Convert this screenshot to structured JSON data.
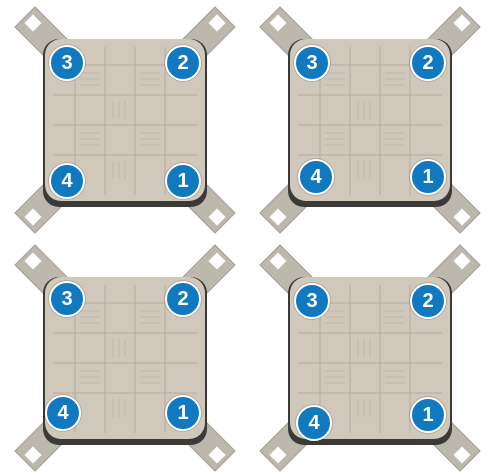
{
  "panels": [
    {
      "labels": {
        "tl": "3",
        "tr": "2",
        "bl": "4",
        "br": "1"
      }
    },
    {
      "labels": {
        "tl": "3",
        "tr": "2",
        "bl": "4",
        "br": "1"
      }
    },
    {
      "labels": {
        "tl": "3",
        "tr": "2",
        "bl": "4",
        "br": "1"
      }
    },
    {
      "labels": {
        "tl": "3",
        "tr": "2",
        "bl": "4",
        "br": "1"
      }
    }
  ],
  "colors": {
    "badge": "#1179c0",
    "block": "#cfc8bb",
    "bracket": "#bdb8ad",
    "edge": "#3a3a38"
  }
}
